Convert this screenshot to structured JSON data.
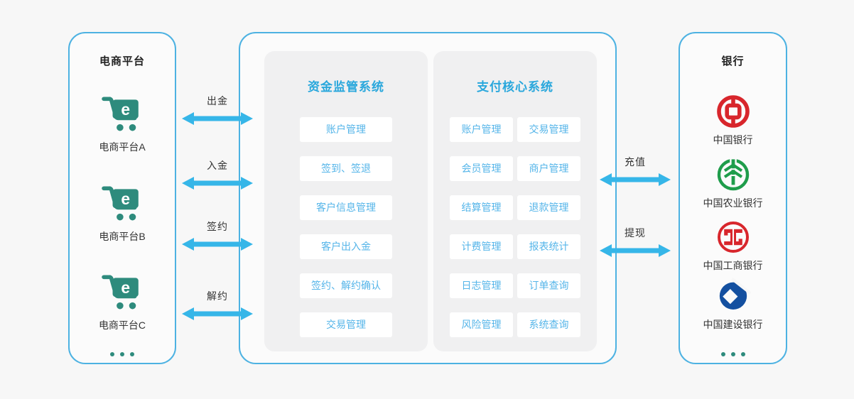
{
  "left_panel": {
    "title": "电商平台",
    "platforms": [
      {
        "label": "电商平台A"
      },
      {
        "label": "电商平台B"
      },
      {
        "label": "电商平台C"
      }
    ]
  },
  "middle": {
    "supervision": {
      "title": "资金监管系统",
      "items": [
        "账户管理",
        "签到、签退",
        "客户信息管理",
        "客户出入金",
        "签约、解约确认",
        "交易管理"
      ]
    },
    "payment_core": {
      "title": "支付核心系统",
      "items": [
        "账户管理",
        "交易管理",
        "会员管理",
        "商户管理",
        "结算管理",
        "退款管理",
        "计费管理",
        "报表统计",
        "日志管理",
        "订单查询",
        "风险管理",
        "系统查询"
      ]
    }
  },
  "right_panel": {
    "title": "银行",
    "banks": [
      {
        "name": "中国银行",
        "icon": "bank-of-china-logo"
      },
      {
        "name": "中国农业银行",
        "icon": "agricultural-bank-logo"
      },
      {
        "name": "中国工商银行",
        "icon": "icbc-logo"
      },
      {
        "name": "中国建设银行",
        "icon": "ccb-logo"
      }
    ]
  },
  "flows_left": [
    {
      "label": "出金"
    },
    {
      "label": "入金"
    },
    {
      "label": "签约"
    },
    {
      "label": "解约"
    }
  ],
  "flows_right": [
    {
      "label": "充值"
    },
    {
      "label": "提现"
    }
  ],
  "colors": {
    "panel_border": "#4db2e2",
    "arrow": "#36b6e8",
    "heading_blue": "#29a7dc",
    "item_blue": "#55b5e9",
    "cart_teal": "#2e8b7d",
    "boc_red": "#d8262c",
    "abc_green": "#1f9d4b",
    "icbc_red": "#d8262c",
    "ccb_blue": "#1450a0"
  }
}
